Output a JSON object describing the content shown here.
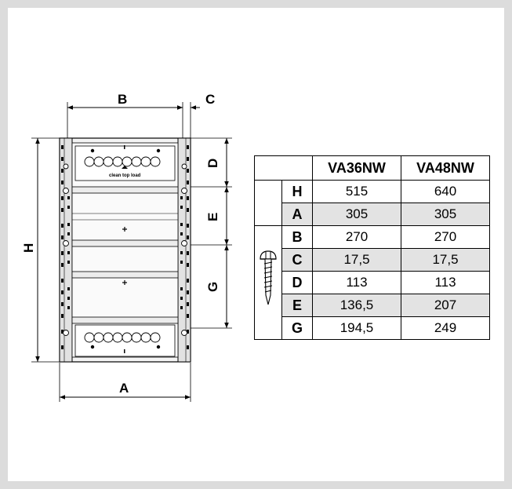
{
  "diagram": {
    "labels": {
      "A": "A",
      "B": "B",
      "C": "C",
      "D": "D",
      "E": "E",
      "G": "G",
      "H": "H"
    },
    "top_rail_text": "clean top load"
  },
  "table": {
    "headers": [
      "VA36NW",
      "VA48NW"
    ],
    "rows": [
      {
        "letter": "H",
        "values": [
          "515",
          "640"
        ],
        "shaded": false
      },
      {
        "letter": "A",
        "values": [
          "305",
          "305"
        ],
        "shaded": true
      },
      {
        "letter": "B",
        "values": [
          "270",
          "270"
        ],
        "shaded": false
      },
      {
        "letter": "C",
        "values": [
          "17,5",
          "17,5"
        ],
        "shaded": true
      },
      {
        "letter": "D",
        "values": [
          "113",
          "113"
        ],
        "shaded": false
      },
      {
        "letter": "E",
        "values": [
          "136,5",
          "207"
        ],
        "shaded": true
      },
      {
        "letter": "G",
        "values": [
          "194,5",
          "249"
        ],
        "shaded": false
      }
    ],
    "group_icon": "screw-icon"
  },
  "colors": {
    "frame_border": "#dcdcdc",
    "row_shade": "#e3e3e3"
  }
}
